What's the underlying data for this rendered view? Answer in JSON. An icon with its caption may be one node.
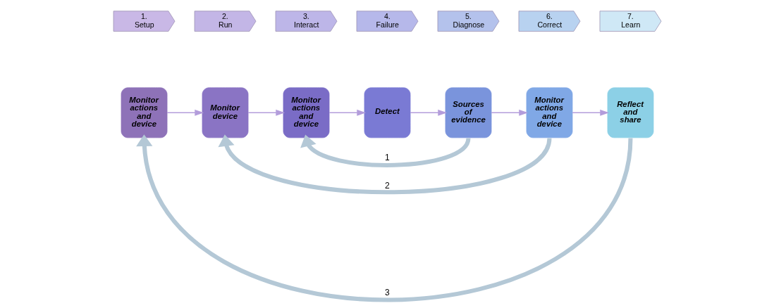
{
  "diagram": {
    "nodes": [
      {
        "text": [
          "1. Setup"
        ]
      },
      {
        "text": [
          "2. Run"
        ]
      },
      {
        "text": [
          "3. Interact"
        ]
      },
      {
        "text": [
          "4. Failure"
        ]
      },
      {
        "text": [
          "5. Diagnose"
        ]
      },
      {
        "text": [
          "6. Correct"
        ]
      },
      {
        "text": [
          "7. Learn"
        ]
      },
      {
        "text": [
          "Monitor actions and device"
        ]
      },
      {
        "text": [
          "Monitor device"
        ]
      },
      {
        "text": [
          "Monitor actions and device"
        ]
      },
      {
        "text": [
          "Detect"
        ]
      },
      {
        "text": [
          "Sources of evidence"
        ]
      },
      {
        "text": [
          "Monitor actions and device"
        ]
      },
      {
        "text": [
          "Reflect and share"
        ]
      }
    ],
    "edges": [
      {
        "from": 7,
        "to": 8,
        "arrow": "to"
      },
      {
        "from": 8,
        "to": 9,
        "arrow": "to"
      },
      {
        "from": 9,
        "to": 10,
        "arrow": "to"
      },
      {
        "from": 10,
        "to": 11,
        "arrow": "to"
      },
      {
        "from": 11,
        "to": 12,
        "arrow": "to"
      },
      {
        "from": 12,
        "to": 13,
        "arrow": "to"
      },
      {
        "from": 11,
        "to": 9,
        "arrow": "to",
        "label": "1",
        "style": "thick",
        "color": "#b4c8d6"
      },
      {
        "from": 12,
        "to": 8,
        "arrow": "to",
        "label": "2",
        "style": "thick",
        "color": "#b4c8d6"
      },
      {
        "from": 13,
        "to": 7,
        "arrow": "to",
        "label": "3",
        "style": "thick",
        "color": "#b4c8d6"
      }
    ]
  }
}
